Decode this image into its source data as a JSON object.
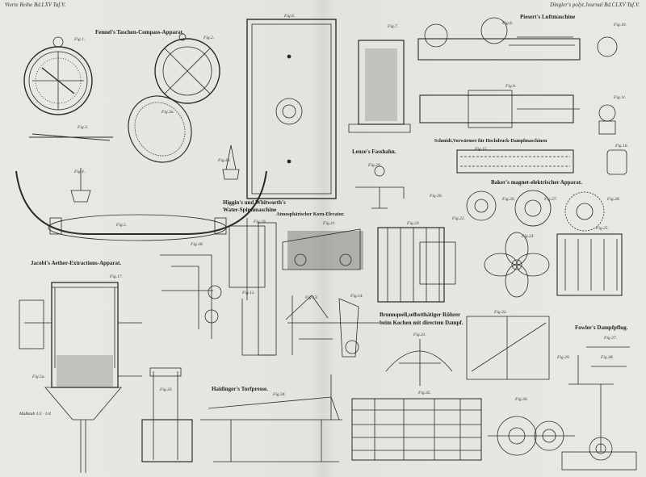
{
  "header": {
    "left": "Vierte Reihe Bd.LXV Taf.V.",
    "right": "Dingler's polyt.Journal Bd.CLXV Taf.V."
  },
  "captions": {
    "fenzel": "Fennel's Taschen-Compass-Apparat.",
    "piesert": "Piesert's Luftmaschine",
    "lenze": "Lenze's Fasshahn.",
    "schmidt": "Schmidt,Vorwärmer für Hochdruck-Dampfmaschinen",
    "baker": "Baker's magnet-elektrischer Apparat.",
    "higgins_1": "Higgin's und Whitworth's",
    "higgins_2": "Water-Spinnmaschine",
    "atmospheric": "Atmosphärischer Korn-Elevator.",
    "jacobi": "Jacobi's Aether-Extractions-Apparat.",
    "brunnquell_1": "Brunnquell,selbstthätiger Rührer",
    "brunnquell_2": "beim Kochen mit directem Dampf.",
    "fowler": "Fowler's Dampfpflug.",
    "haidinger": "Haidinger's Torfpresse.",
    "massstab": "Maßstab 1/2 · 1/4"
  },
  "figure_labels": {
    "f1": "Fig.1.",
    "f2": "Fig.2.",
    "f3": "Fig.3.",
    "f4": "Fig.4.",
    "f5": "Fig.5.",
    "f6": "Fig.6.",
    "f7": "Fig.7.",
    "f8": "Fig.8.",
    "f9": "Fig.9.",
    "f10": "Fig.10.",
    "f11": "Fig.11.",
    "f12": "Fig.12.",
    "f13": "Fig.13.",
    "f14": "Fig.14.",
    "f15": "Fig.15.",
    "f16": "Fig.16.",
    "f17": "Fig.17.",
    "f18": "Fig.18.",
    "f19": "Fig.19.",
    "f20": "Fig.20.",
    "f21": "Fig.21.",
    "f22": "Fig.22.",
    "f23": "Fig.23.",
    "f24": "Fig.24.",
    "f25": "Fig.25.",
    "f26": "Fig.26.",
    "f27": "Fig.27.",
    "f28": "Fig.28.",
    "f29": "Fig.29.",
    "f30": "Fig.30.",
    "f31": "Fig.31.",
    "f32": "Fig.32.",
    "f33": "Fig.33.",
    "f34": "Fig.34.",
    "f35": "Fig.35.",
    "f36": "Fig.36.",
    "f37": "Fig.37.",
    "f38": "Fig.38.",
    "f3a": "Fig.3a.",
    "f4a": "Fig.4a.",
    "f5a": "Fig.5a."
  },
  "colors": {
    "ink": "#2a2a2a",
    "paper": "#e7e7e2",
    "hatch": "#555555"
  }
}
